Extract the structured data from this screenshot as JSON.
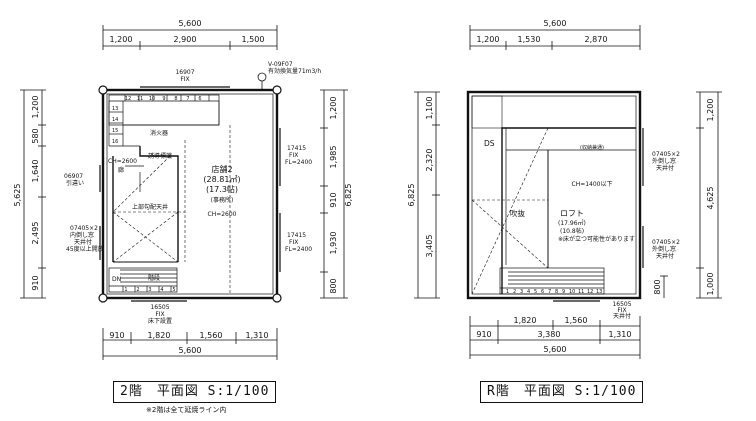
{
  "plan2": {
    "dim_top_total": "5,600",
    "dim_top_parts": [
      "1,200",
      "2,900",
      "1,500"
    ],
    "dim_bottom_parts": [
      "910",
      "1,820",
      "1,560",
      "1,310"
    ],
    "dim_bottom_total": "5,600",
    "dim_left_total": "5,625",
    "dim_left_parts": [
      "1,200",
      "580",
      "1,640",
      "2,495",
      "910"
    ],
    "dim_right_total": "6,825",
    "dim_right_parts": [
      "1,200",
      "1,985",
      "910",
      "1,930",
      "800"
    ],
    "top_window": [
      "16907",
      "FIX"
    ],
    "vent": [
      "V-09F07",
      "有効換気量71m3/h"
    ],
    "left_window": [
      "06907",
      "引違い"
    ],
    "left_window2": [
      "07405×2",
      "内倒し窓",
      "天井付",
      "45度以上開放"
    ],
    "right_window1": [
      "17415",
      "FIX",
      "FL=2400"
    ],
    "right_window2": [
      "17415",
      "FIX",
      "FL=2400"
    ],
    "bottom_window": [
      "16505",
      "FIX",
      "床下設置"
    ],
    "room_name": "店舗2",
    "room_area": "(28.81㎡)",
    "room_tatami": "(17.3帖)",
    "room_use": "(事務所)",
    "room_ch": "CH=2600",
    "ch_left": "CH=2600",
    "fireplace": "消火器",
    "guide": "誘導標識",
    "lower_ceiling": "上部勾配天井",
    "corridor": "廊",
    "stair_down": "DN",
    "stair_up": "階段",
    "stair_top_numbers": [
      "12",
      "11",
      "10",
      "9",
      "8",
      "7",
      "6"
    ],
    "stair_left_numbers": [
      "13",
      "14",
      "15",
      "16"
    ],
    "stair_bottom_numbers": [
      "1",
      "2",
      "3",
      "4",
      "5"
    ],
    "title": "2階　平面図 S:1/100",
    "note": "※2階は全て延焼ライン内"
  },
  "planR": {
    "dim_top_total": "5,600",
    "dim_top_parts": [
      "1,200",
      "1,530",
      "2,870"
    ],
    "dim_bottom_parts": [
      "910",
      "1,820",
      "1,560",
      "1,310"
    ],
    "dim_bottom_mid": "3,380",
    "dim_bottom_total": "5,600",
    "dim_left_total": "6,825",
    "dim_left_parts": [
      "1,100",
      "2,320",
      "3,405"
    ],
    "dim_right_total": "4,625",
    "dim_right_parts": [
      "1,200",
      "1,000"
    ],
    "dim_right_small": "800",
    "ds": "DS",
    "storage": "(収納兼通)",
    "ch_low": "CH=1400以下",
    "void": "吹抜",
    "loft_name": "ロフト",
    "loft_area": "(17.96㎡)",
    "loft_tatami": "(10.8帖)",
    "loft_note": "※床が立つ可能性があります",
    "right_window1": [
      "07405×2",
      "外倒し窓",
      "天井付"
    ],
    "right_window2": [
      "07405×2",
      "外倒し窓",
      "天井付"
    ],
    "bottom_window": [
      "16505",
      "FIX",
      "天井付"
    ],
    "stair_numbers": [
      "1",
      "2",
      "3",
      "4",
      "5",
      "6",
      "7",
      "8",
      "9",
      "10",
      "11",
      "12",
      "13"
    ],
    "title": "R階　平面図 S:1/100"
  }
}
